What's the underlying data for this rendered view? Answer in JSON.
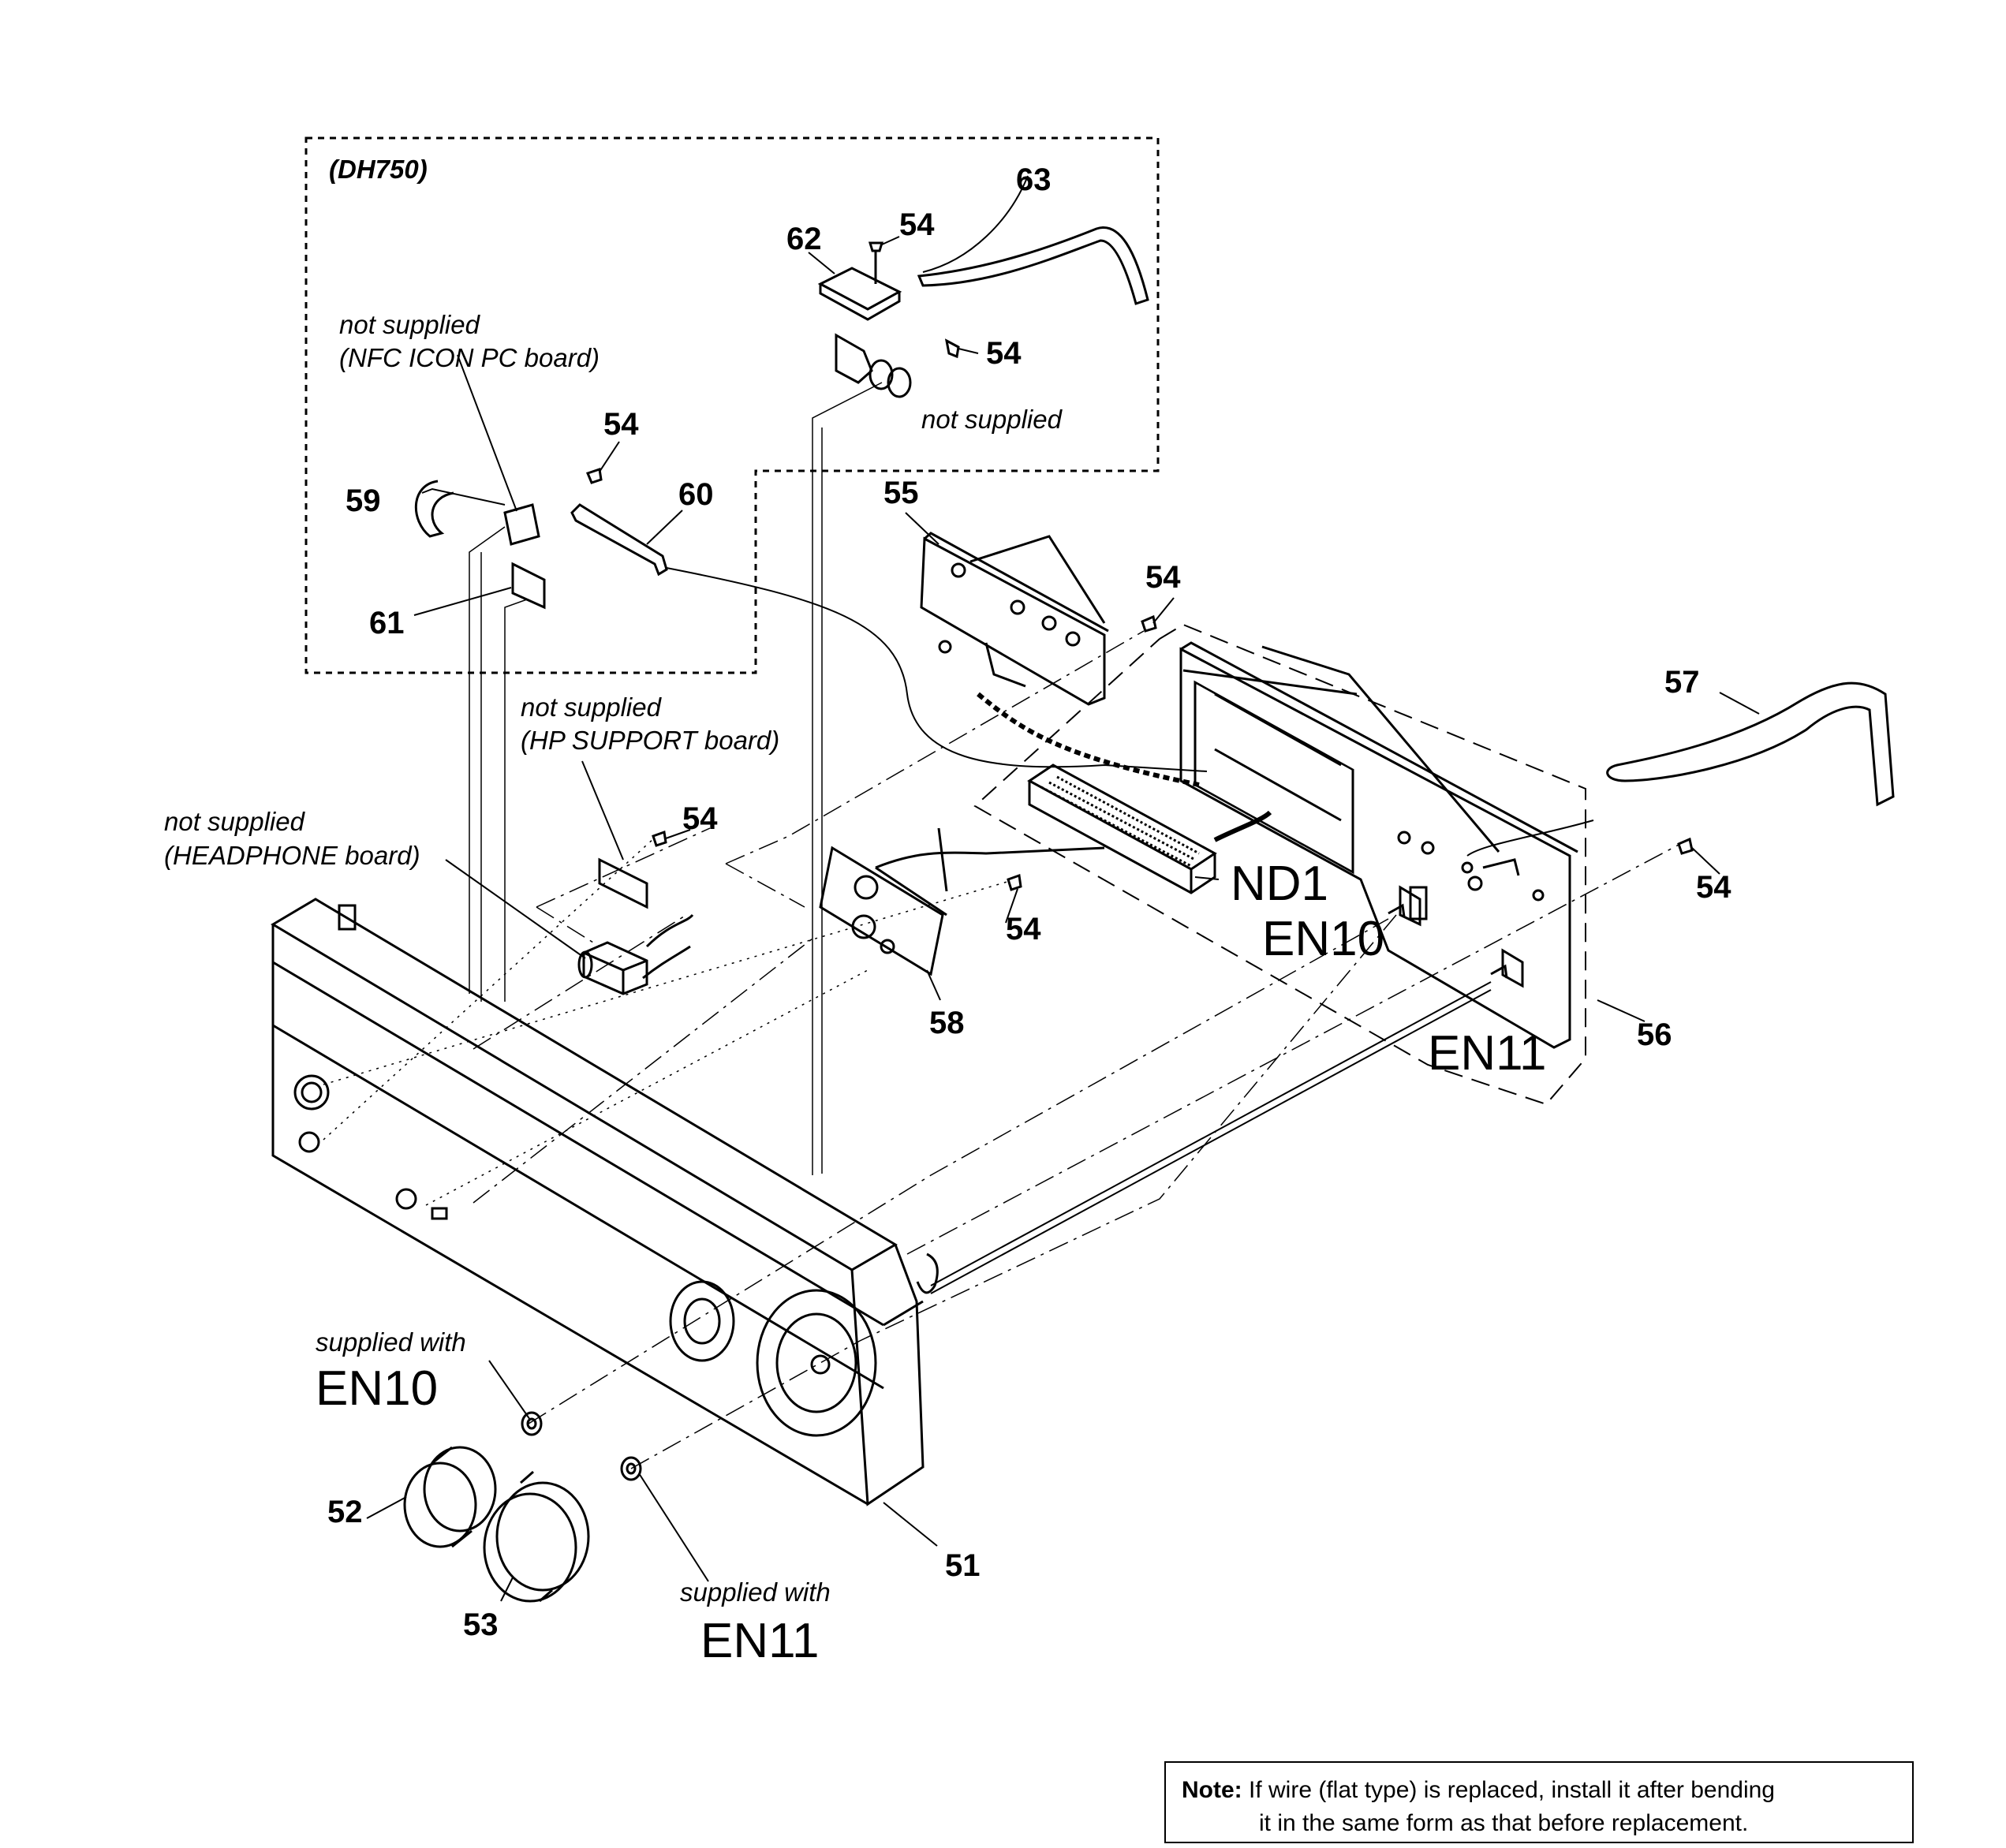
{
  "group_label": "(DH750)",
  "callouts": {
    "n51": "51",
    "n52": "52",
    "n53": "53",
    "n54a": "54",
    "n54b": "54",
    "n54c": "54",
    "n54d": "54",
    "n54e": "54",
    "n54f": "54",
    "n54g": "54",
    "n55": "55",
    "n56": "56",
    "n57": "57",
    "n58": "58",
    "n59": "59",
    "n60": "60",
    "n61": "61",
    "n62": "62",
    "n63": "63"
  },
  "labels": {
    "nfc_ns": "not supplied",
    "nfc_board": "(NFC ICON PC board)",
    "top_ns": "not supplied",
    "hp_support_ns": "not supplied",
    "hp_support_board": "(HP SUPPORT board)",
    "headphone_ns": "not supplied",
    "headphone_board": "(HEADPHONE board)",
    "supplied_with_1": "supplied with",
    "supplied_with_2": "supplied with"
  },
  "refs": {
    "nd1": "ND1",
    "en10_a": "EN10",
    "en11_a": "EN11",
    "en10_b": "EN10",
    "en11_b": "EN11"
  },
  "note": {
    "heading": "Note:",
    "line1": "If wire (flat type) is replaced, install it after bending",
    "line2": "it in the same form as that before replacement."
  }
}
